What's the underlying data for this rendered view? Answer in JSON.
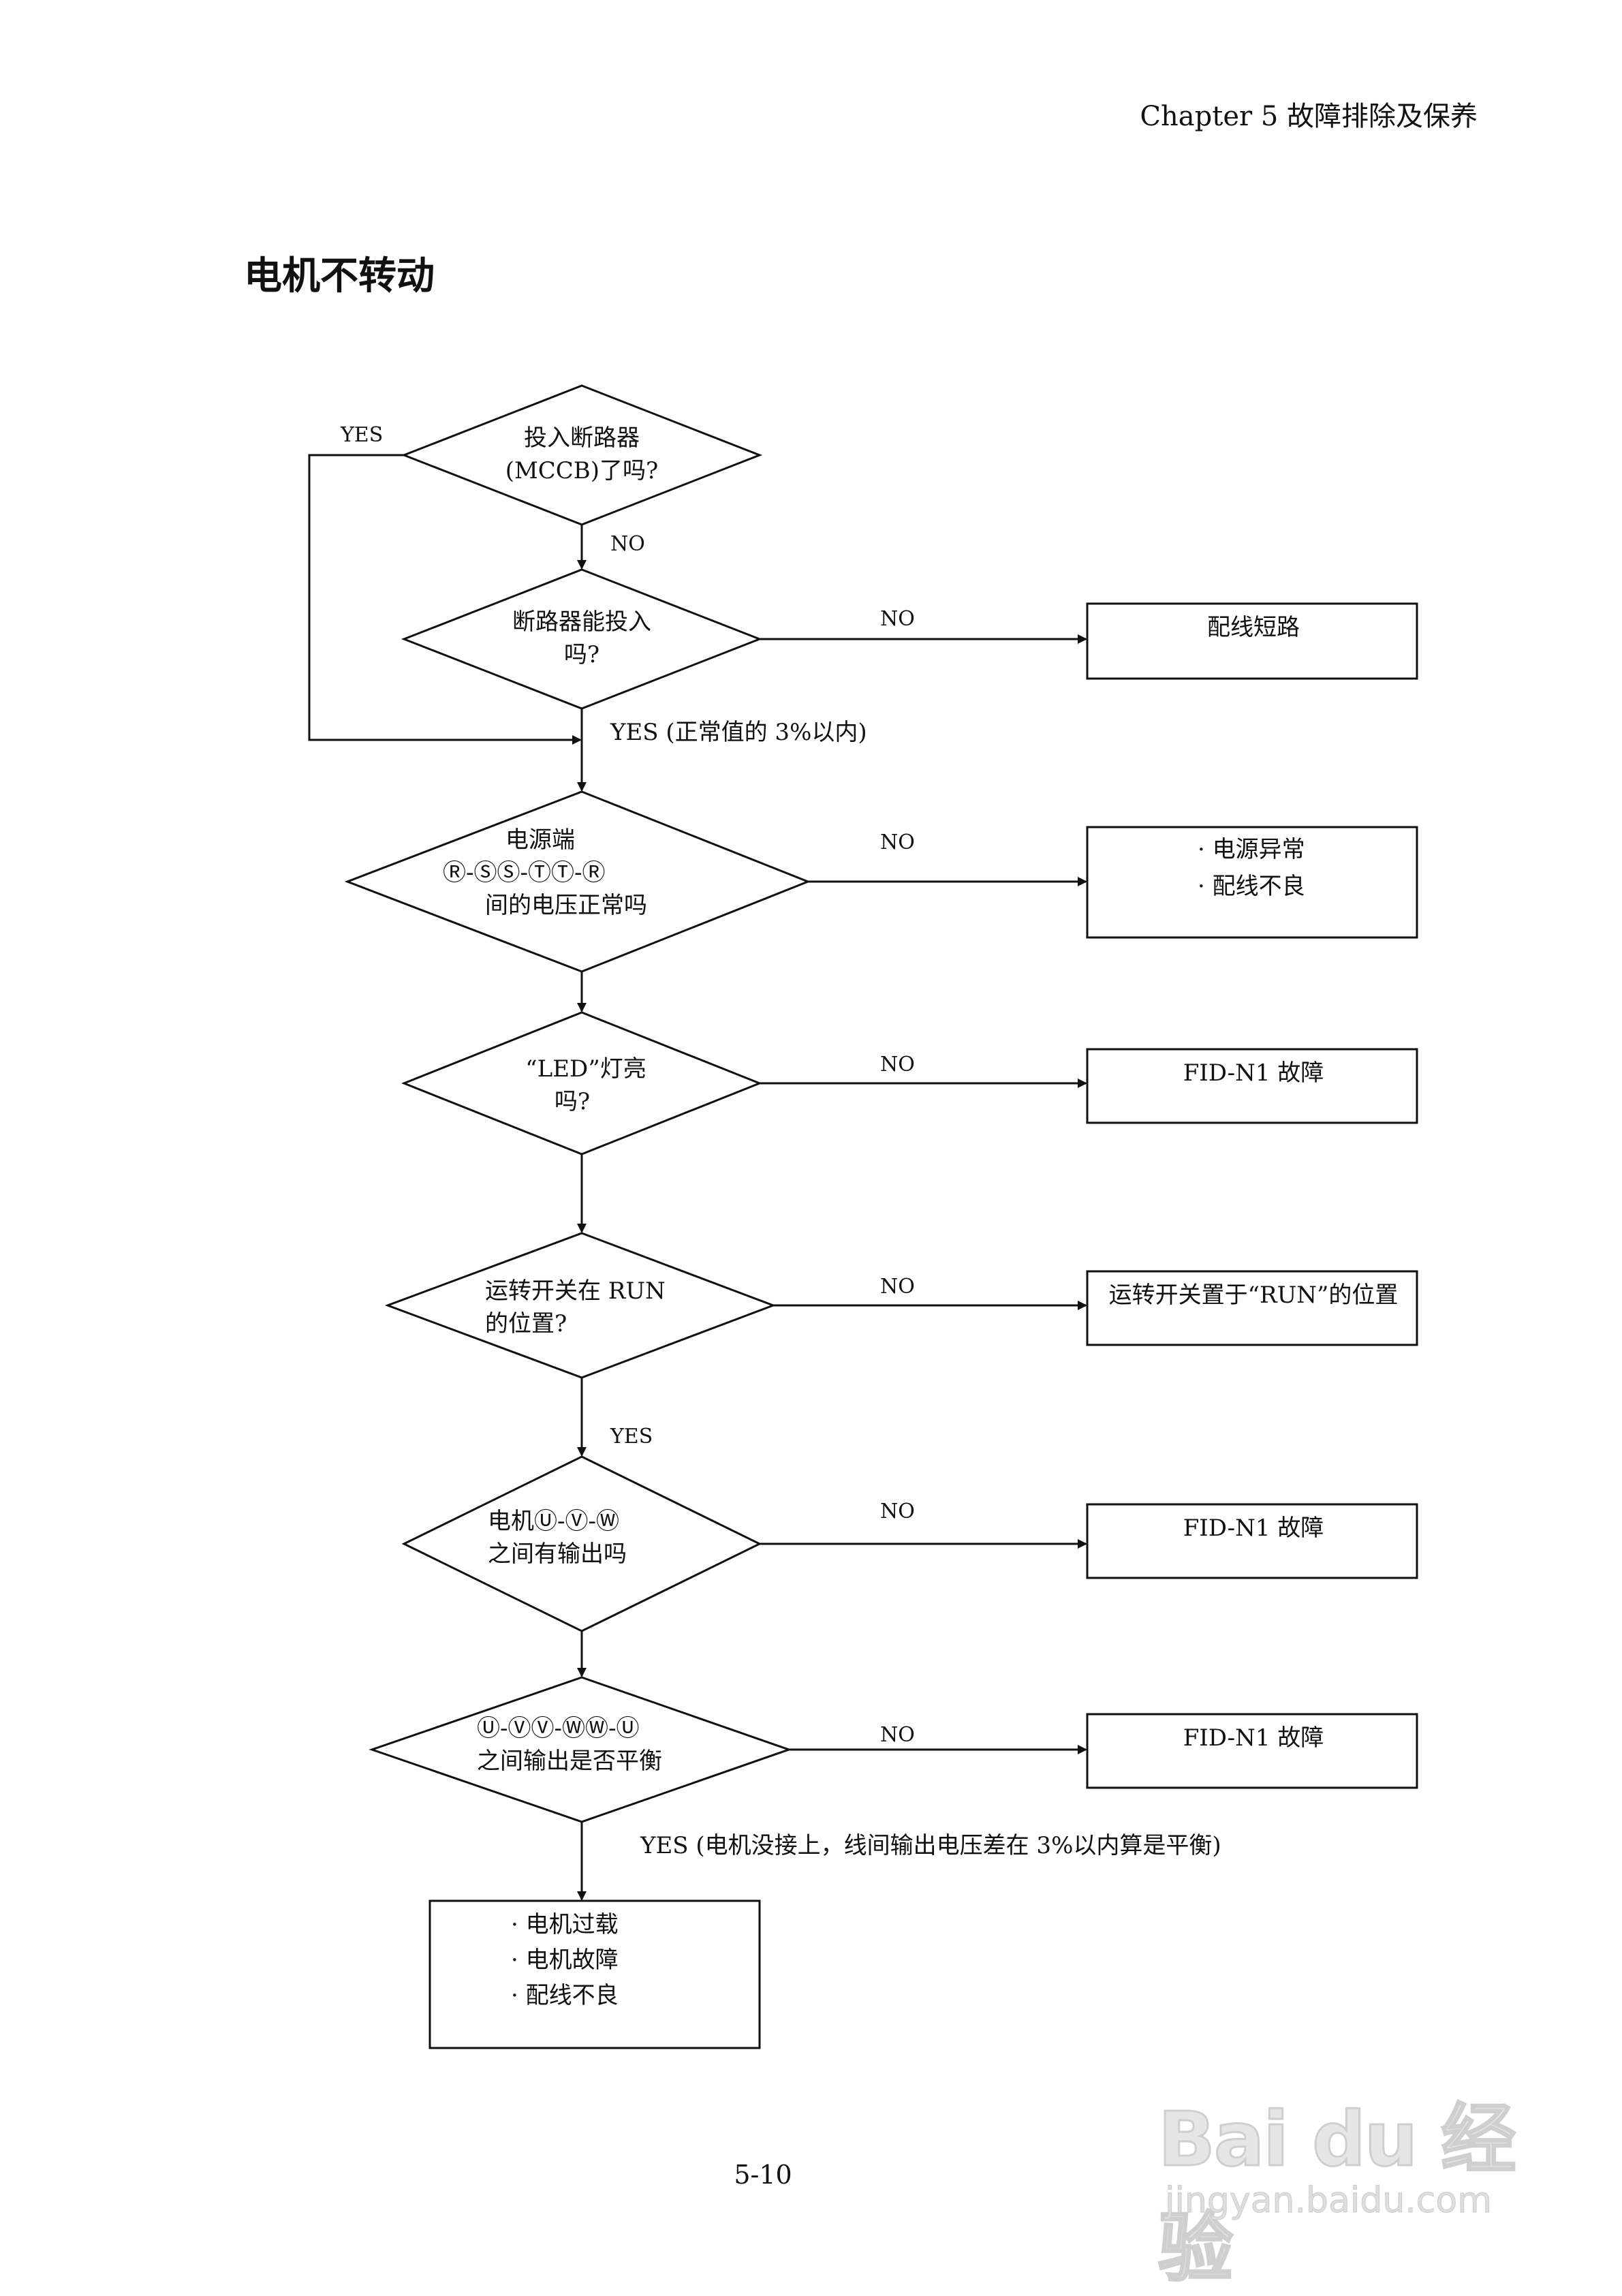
{
  "header": {
    "chapter": "Chapter 5 故障排除及保养"
  },
  "title": "电机不转动",
  "page_number": "5-10",
  "watermark": {
    "main": "Bai du 经验",
    "sub": "jingyan.baidu.com"
  },
  "labels": {
    "yes": "YES",
    "no": "NO",
    "yes_normal": "YES (正常值的 3%以内)",
    "yes_balance": "YES (电机没接上，线间输出电压差在 3%以内算是平衡)"
  },
  "decisions": {
    "d1": [
      "投入断路器",
      "(MCCB)了吗?"
    ],
    "d2": [
      "断路器能投入",
      "吗?"
    ],
    "d3": [
      "电源端",
      "Ⓡ-ⓈⓈ-ⓉⓉ-Ⓡ",
      "间的电压正常吗"
    ],
    "d4": [
      "“LED”灯亮",
      "吗?"
    ],
    "d5": [
      "运转开关在 RUN",
      "的位置?"
    ],
    "d6": [
      "电机Ⓤ-Ⓥ-Ⓦ",
      "之间有输出吗"
    ],
    "d7": [
      "Ⓤ-ⓋⓋ-ⓌⓌ-Ⓤ",
      "之间输出是否平衡"
    ]
  },
  "boxes": {
    "b1": [
      "配线短路"
    ],
    "b2": [
      "· 电源异常",
      "· 配线不良"
    ],
    "b3": [
      "FID-N1 故障"
    ],
    "b4": [
      "运转开关置于“RUN”的位置"
    ],
    "b5": [
      "FID-N1 故障"
    ],
    "b6": [
      "FID-N1 故障"
    ],
    "b7": [
      "· 电机过载",
      "· 电机故障",
      "· 配线不良"
    ]
  }
}
